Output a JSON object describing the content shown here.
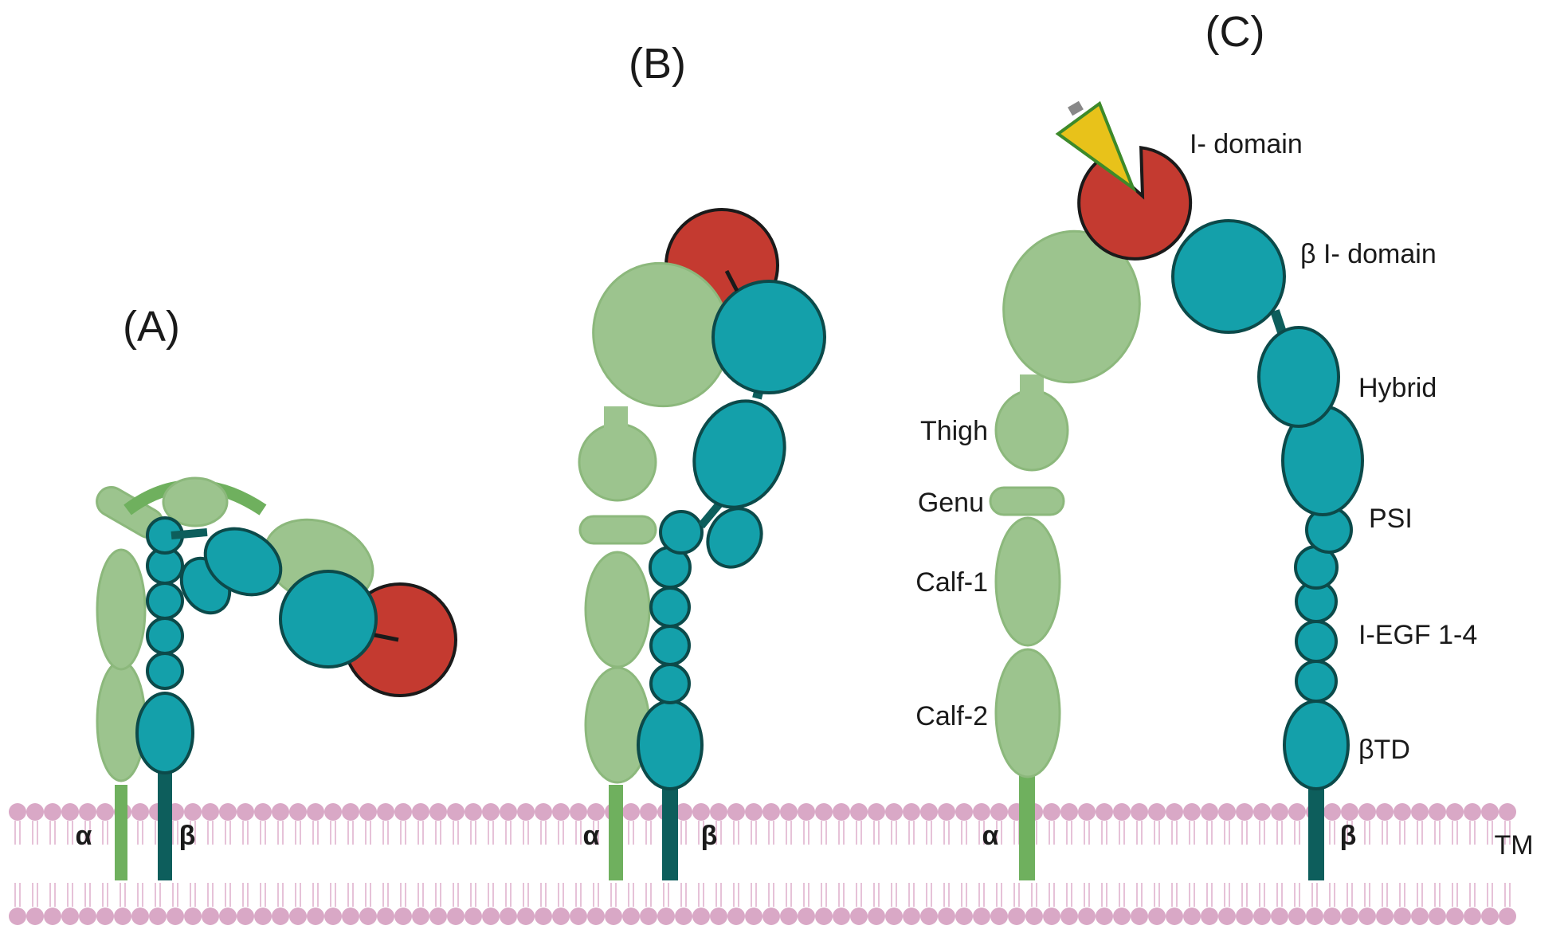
{
  "panels": {
    "a": "(A)",
    "b": "(B)",
    "c": "(C)"
  },
  "chains": {
    "alpha": "α",
    "beta": "β",
    "tm": "TM"
  },
  "domain_labels": {
    "i_domain": "I- domain",
    "beta_i_domain": "β I- domain",
    "hybrid": "Hybrid",
    "psi": "PSI",
    "iegf": "I-EGF 1-4",
    "btd": "βTD",
    "thigh": "Thigh",
    "genu": "Genu",
    "calf1": "Calf-1",
    "calf2": "Calf-2"
  },
  "colors": {
    "alpha_domain": "#9cc48e",
    "alpha_stalk": "#6fb05e",
    "beta_domain": "#14a0aa",
    "beta_stalk": "#0d5e5c",
    "i_domain": "#c43a30",
    "ligand": "#e8c21a",
    "membrane_head": "#d9a8c6",
    "membrane_tail": "#e6c2d8"
  }
}
